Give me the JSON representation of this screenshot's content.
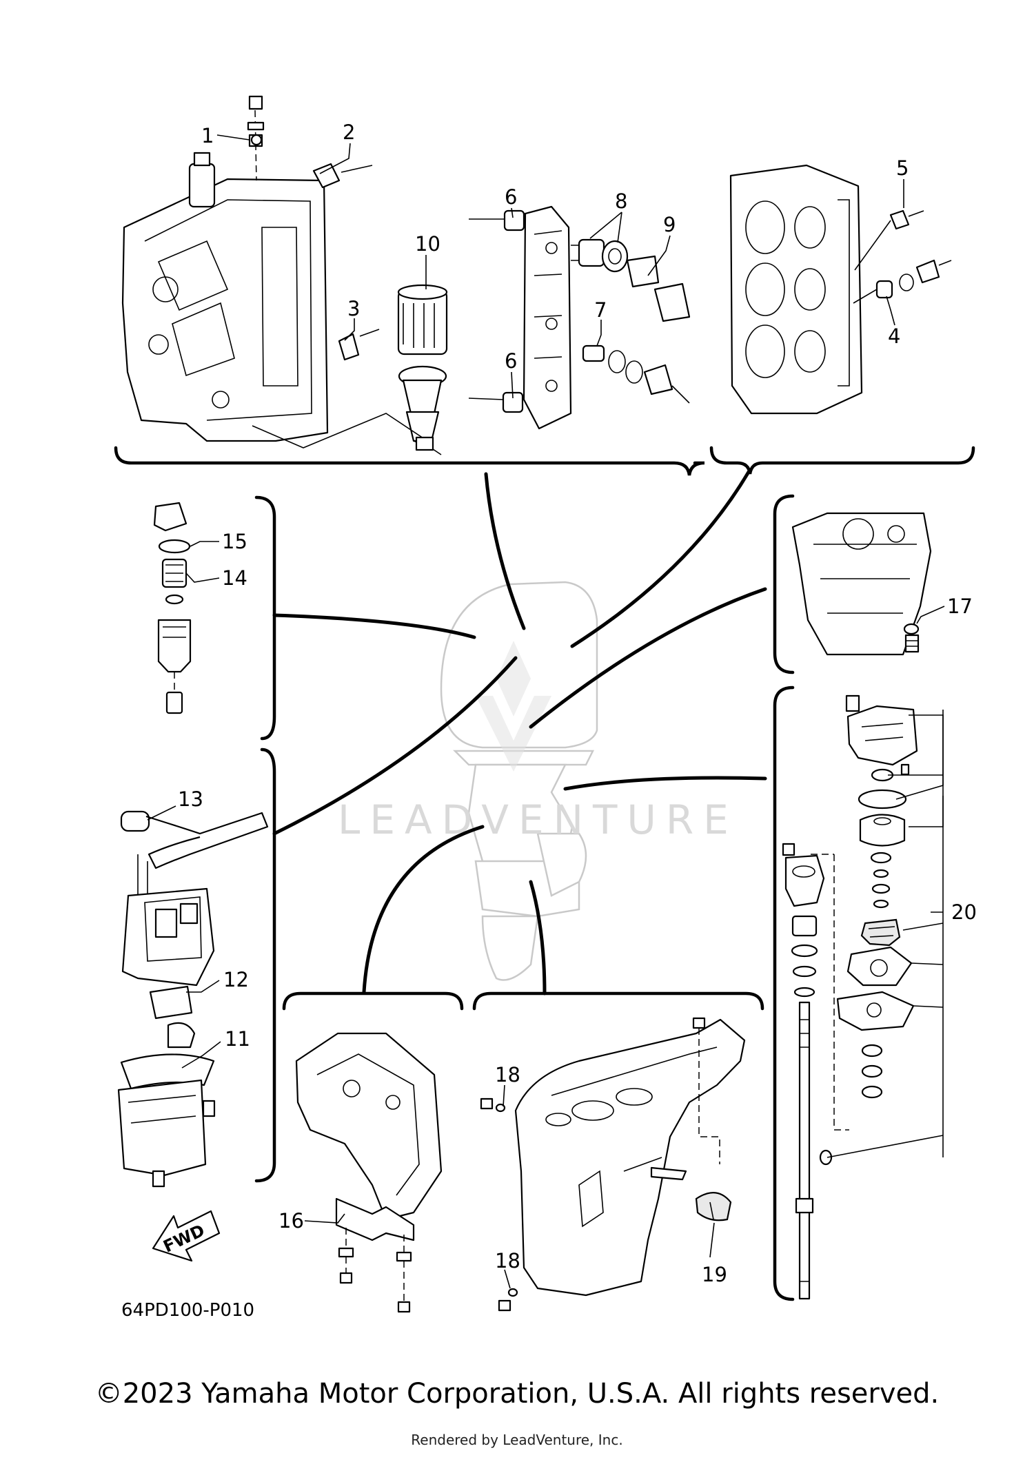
{
  "diagram": {
    "code": "64PD100-P010",
    "fwd_label": "FWD",
    "watermark": "LEADVENTURE",
    "callouts": [
      "1",
      "2",
      "3",
      "4",
      "5",
      "6",
      "7",
      "8",
      "9",
      "10",
      "11",
      "12",
      "13",
      "14",
      "15",
      "16",
      "17",
      "18",
      "19",
      "20"
    ],
    "extra_callouts": {
      "six_lower": "6",
      "eighteen_lower": "18"
    }
  },
  "footer": {
    "copyright": "©2023 Yamaha Motor Corporation, U.S.A. All rights reserved.",
    "rendered_by": "Rendered by LeadVenture, Inc."
  },
  "colors": {
    "line": "#000000",
    "watermark": "#d9d9d9",
    "background": "#ffffff"
  },
  "icons": [
    "fwd-arrow-icon",
    "leadventure-logo-icon"
  ]
}
